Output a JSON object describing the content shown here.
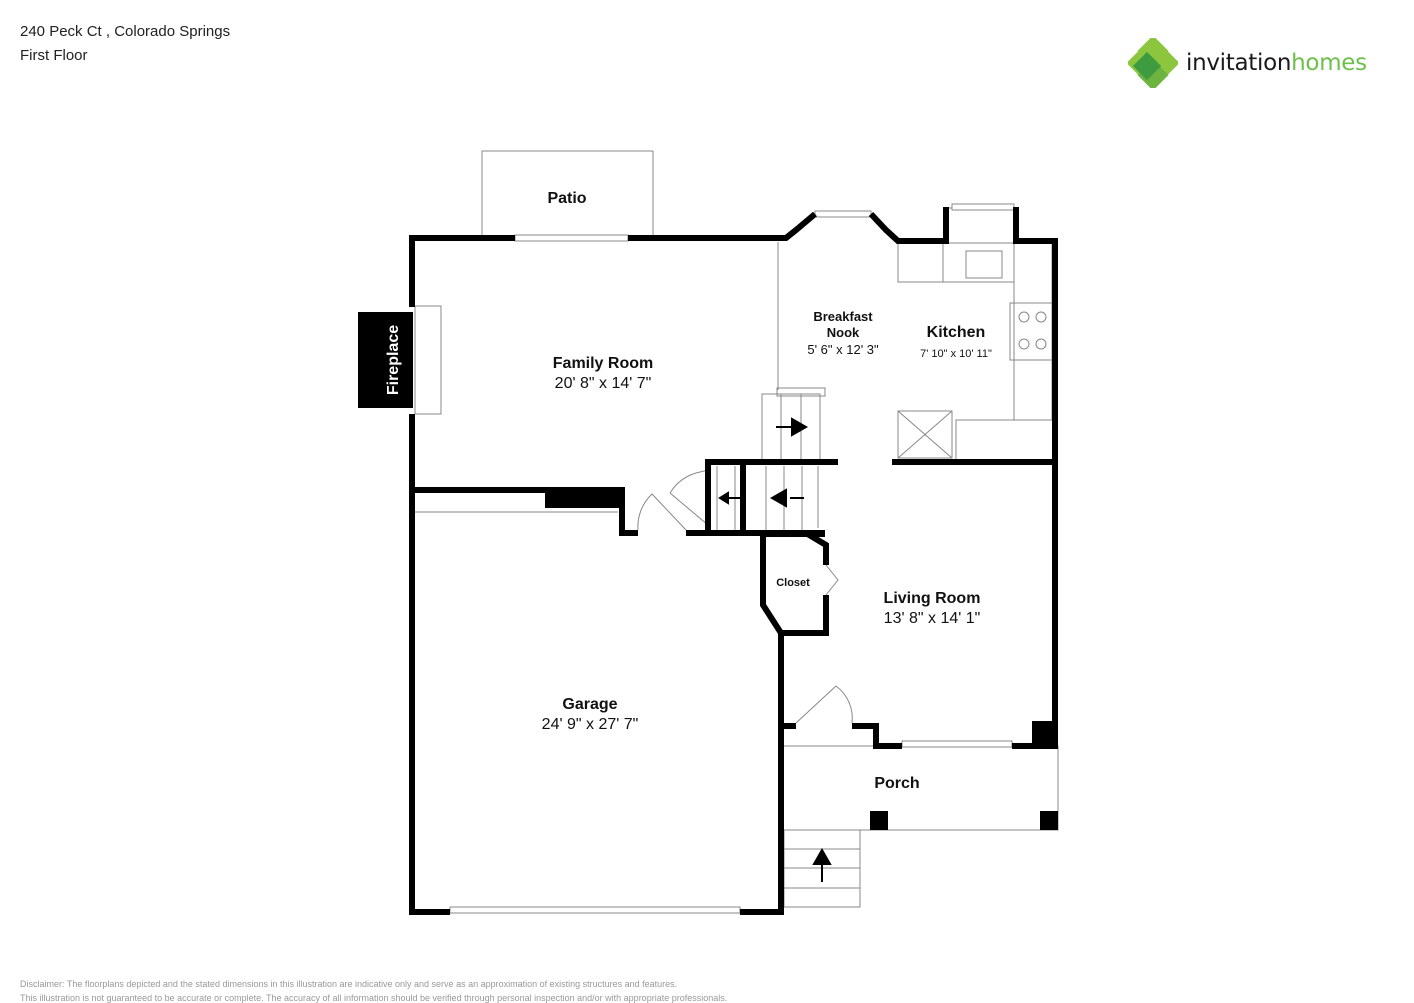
{
  "header": {
    "address": "240 Peck Ct , Colorado Springs",
    "floor": "First Floor"
  },
  "brand": {
    "name_part1": "invitation",
    "name_part2": "homes",
    "colors": {
      "dark_green": "#3f9b3f",
      "light_green": "#8cc63f",
      "text_dark": "#1a1a1a",
      "text_green": "#6cc04a"
    }
  },
  "rooms": {
    "patio": {
      "label": "Patio"
    },
    "family_room": {
      "label": "Family Room",
      "dims": "20' 8\" x 14' 7\""
    },
    "fireplace": {
      "label": "Fireplace"
    },
    "breakfast_nook": {
      "label_line1": "Breakfast",
      "label_line2": "Nook",
      "dims": "5' 6\" x 12' 3\""
    },
    "kitchen": {
      "label": "Kitchen",
      "dims": "7' 10\" x 10' 11\""
    },
    "closet": {
      "label": "Closet"
    },
    "living_room": {
      "label": "Living Room",
      "dims": "13' 8\" x 14' 1\""
    },
    "garage": {
      "label": "Garage",
      "dims": "24' 9\" x 27' 7\""
    },
    "porch": {
      "label": "Porch"
    }
  },
  "disclaimer": {
    "line1": "Disclaimer: The floorplans depicted and the stated dimensions in this illustration are indicative only and serve as an approximation of existing structures and features.",
    "line2": "This illustration is not guaranteed to be accurate or complete. The accuracy of all information should be verified through personal inspection and/or with appropriate professionals."
  }
}
